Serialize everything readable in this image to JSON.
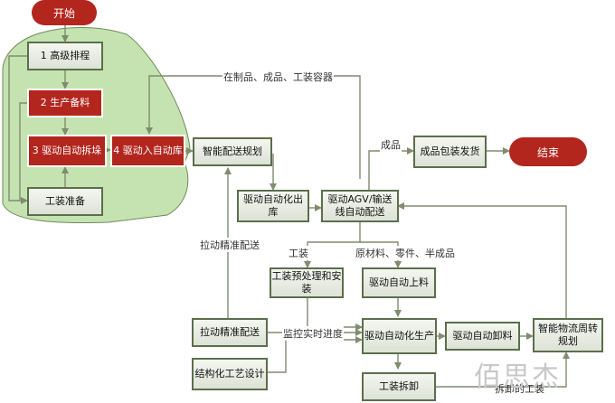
{
  "nodes": {
    "start": "开始",
    "n1": "1 高级排程",
    "n2": "2 生产备料",
    "n3": "3 驱动自动拆垛",
    "n4": "4 驱动入自动库",
    "tooling_prep": "工装准备",
    "smart_dispatch": "智能配送规划",
    "auto_outbound": "驱动自动化出库",
    "agv_delivery": "驱动AGV/输送线自动配送",
    "pack_ship": "成品包装发货",
    "end": "结束",
    "tooling_preinstall": "工装预处理和安装",
    "auto_loading": "驱动自动上料",
    "pull_delivery": "拉动精准配送",
    "auto_production": "驱动自动化生产",
    "auto_unloading": "驱动自动卸料",
    "logistics_plan": "智能物流周转规划",
    "structured_process": "结构化工艺设计",
    "tooling_removal": "工装拆卸"
  },
  "edge_labels": {
    "wip_containers": "在制品、成品、工装容器",
    "finished": "成品",
    "pull_precise": "拉动精准配送",
    "tooling": "工装",
    "materials": "原材料、零件、半成品",
    "monitor": "监控实时进度",
    "removed_tooling": "拆卸的工装"
  },
  "watermark": "佰思杰",
  "colors": {
    "red": "#b3261e",
    "green_region": "#c5e3b1",
    "line": "#7f8c6e"
  }
}
